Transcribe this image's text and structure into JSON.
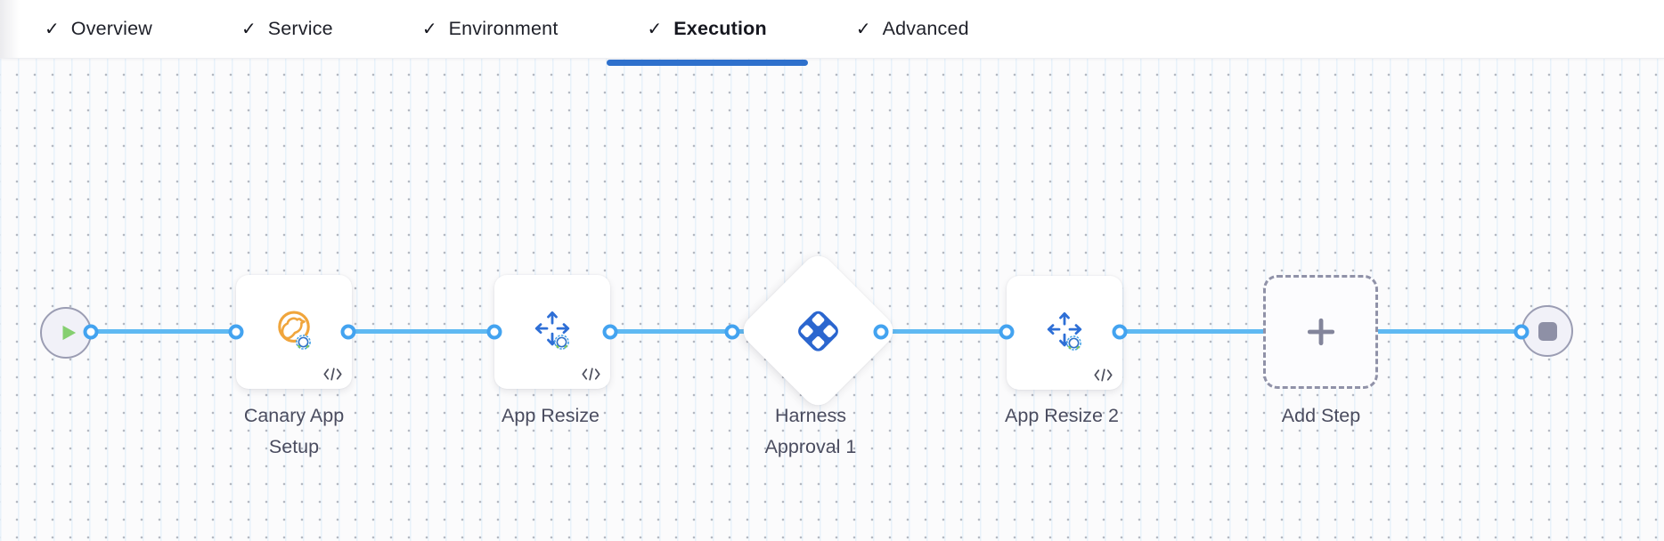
{
  "tabbar": {
    "check_icon": "✓",
    "tabs": [
      {
        "label": "Overview",
        "state": "complete",
        "active": false
      },
      {
        "label": "Service",
        "state": "complete",
        "active": false
      },
      {
        "label": "Environment",
        "state": "complete",
        "active": false
      },
      {
        "label": "Execution",
        "state": "complete",
        "active": true
      },
      {
        "label": "Advanced",
        "state": "complete",
        "active": false
      }
    ]
  },
  "pipeline": {
    "start_node": {
      "icon": "play-icon"
    },
    "end_node": {
      "icon": "stop-icon"
    },
    "steps": [
      {
        "label": "Canary App Setup",
        "shape": "card",
        "icon": "tanzu-canary-icon",
        "has_yaml_badge": true
      },
      {
        "label": "App Resize",
        "shape": "card",
        "icon": "resize-arrows-icon",
        "has_yaml_badge": true
      },
      {
        "label": "Harness Approval 1",
        "shape": "diamond",
        "icon": "harness-logo-icon",
        "has_yaml_badge": false
      },
      {
        "label": "App Resize 2",
        "shape": "card",
        "icon": "resize-arrows-icon",
        "has_yaml_badge": true
      },
      {
        "label": "Add Step",
        "shape": "dashed-card",
        "icon": "plus-icon",
        "has_yaml_badge": false
      }
    ]
  },
  "colors": {
    "active_tab_underline": "#2e70cc",
    "connector_line": "#5fb9f2",
    "connector_point": "#43a3f0",
    "canary_orange": "#f0a53c",
    "harness_blue": "#2b66cf",
    "arrow_blue": "#2e6fd6",
    "play_green": "#85cf70",
    "terminal_node_border": "#9b9db3",
    "terminal_node_fill": "#f1f1f8",
    "stop_gray": "#8e90a6",
    "label_text": "#4a4c5f",
    "canvas_background": "#fbfbfc"
  }
}
